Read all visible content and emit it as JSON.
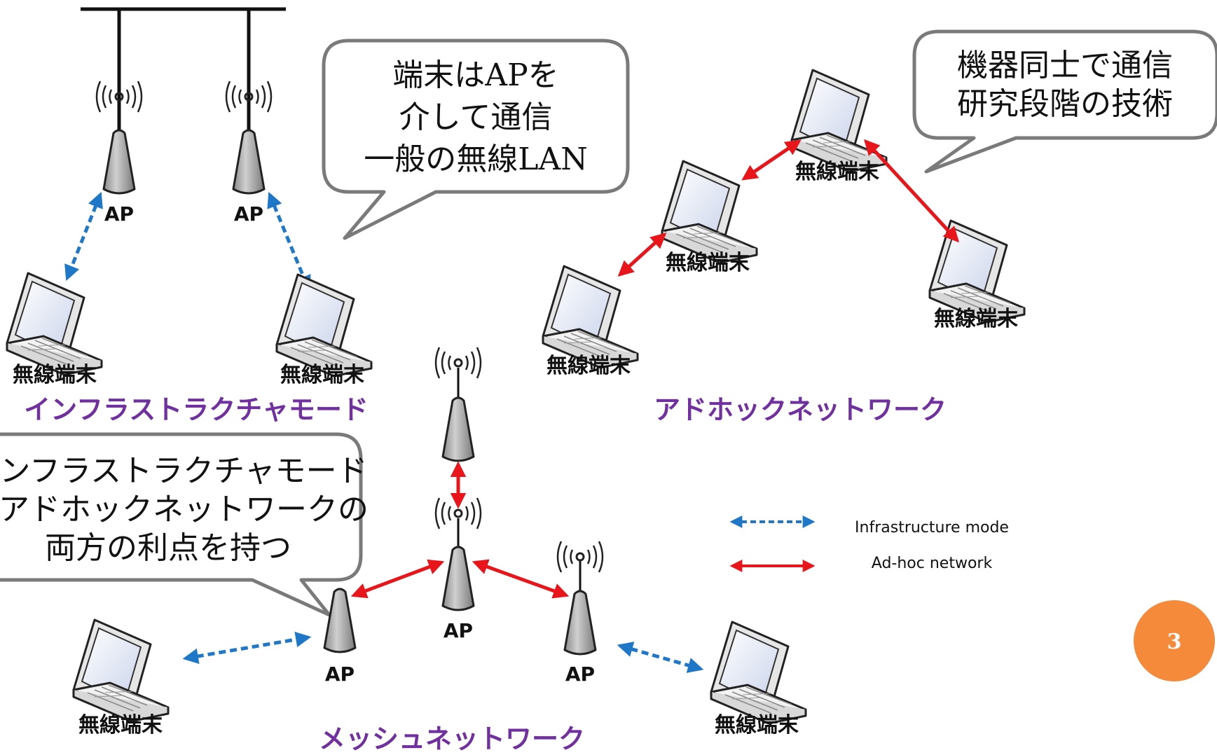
{
  "bubbles": {
    "ap_comm": [
      "端末はAPを",
      "介して通信",
      "一般の無線LAN"
    ],
    "peer_comm": [
      "機器同士で通信",
      "研究段階の技術"
    ],
    "mesh_merit": [
      "インフラストラクチャモード",
      "とアドホックネットワークの",
      "両方の利点を持つ"
    ]
  },
  "sections": {
    "infrastructure": "インフラストラクチャモード",
    "adhoc": "アドホックネットワーク",
    "mesh": "メッシュネットワーク"
  },
  "labels": {
    "ap": "AP",
    "terminal": "無線端末"
  },
  "legend": {
    "infrastructure": "Infrastructure mode",
    "adhoc": "Ad-hoc network"
  },
  "colors": {
    "infrastructure_link": "#1f77c8",
    "adhoc_link": "#e8161a",
    "section_title": "#7030a0",
    "page_badge": "#f58a3b"
  },
  "page_number": "3"
}
